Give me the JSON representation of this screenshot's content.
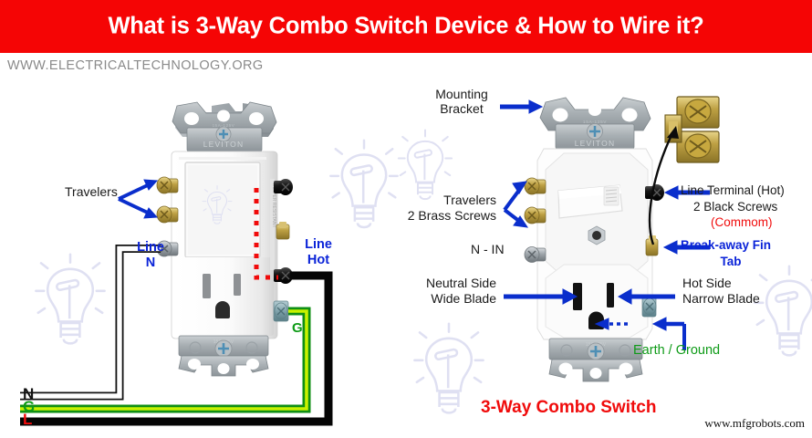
{
  "header": {
    "title": "What is 3-Way Combo Switch Device & How to Wire it?",
    "bar_color": "#f50505",
    "title_color": "#ffffff",
    "site": "WWW.ELECTRICALTECHNOLOGY.ORG"
  },
  "footer": {
    "site": "www.mfgrobots.com"
  },
  "left_diagram": {
    "caption": "",
    "labels": {
      "travelers": "Travelers",
      "line_n_1": "Line",
      "line_n_2": "N",
      "line_hot_1": "Line",
      "line_hot_2": "Hot",
      "ground": "G"
    },
    "legend": [
      {
        "key": "N",
        "color": "#111111",
        "wire": "neutral-white"
      },
      {
        "key": "G",
        "color": "#0f9b18",
        "wire": "ground-green"
      },
      {
        "key": "L",
        "color": "#f00b0b",
        "wire": "line-black"
      }
    ],
    "brand": "LEVITON"
  },
  "right_diagram": {
    "caption": "3-Way Combo Switch",
    "caption_color": "#f00b0b",
    "labels": {
      "mounting_bracket_1": "Mounting",
      "mounting_bracket_2": "Bracket",
      "travelers_1": "Travelers",
      "travelers_2": "2 Brass Screws",
      "n_in": "N - IN",
      "line_terminal_1": "Line Terminal (Hot)",
      "line_terminal_2": "2 Black Screws",
      "line_terminal_3": "(Commom)",
      "breakaway_1": "Break-away Fin",
      "breakaway_2": "Tab",
      "neutral_side_1": "Neutral Side",
      "neutral_side_2": "Wide Blade",
      "hot_side_1": "Hot Side",
      "hot_side_2": "Narrow Blade",
      "earth_ground": "Earth / Ground"
    },
    "brand": "LEVITON"
  },
  "colors": {
    "accent_red": "#f00b0b",
    "accent_blue": "#0a23d8",
    "accent_green": "#0f9b18",
    "arrow_blue": "#0a2ecc",
    "watermark": "#dfe0f2"
  }
}
